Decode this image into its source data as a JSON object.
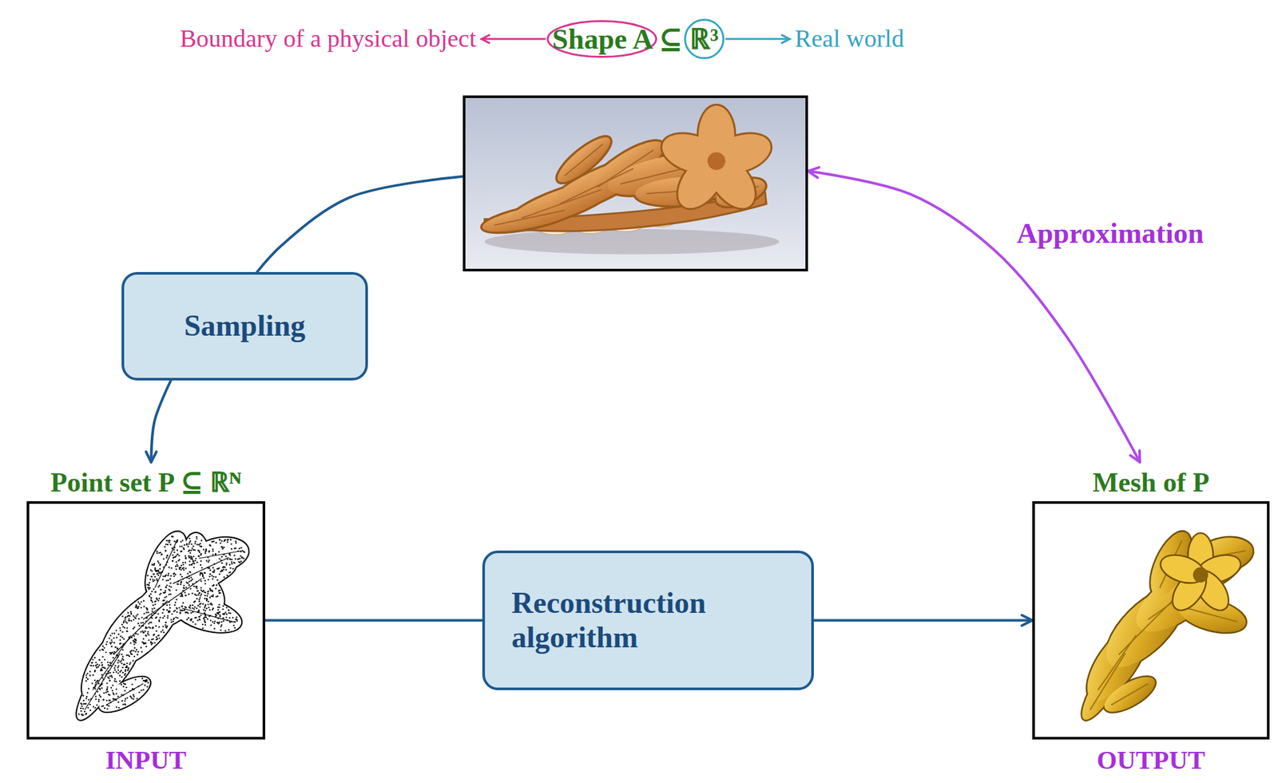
{
  "diagram": {
    "nodes": [
      {
        "text": [
          "Shape A ⊆ ℝ³"
        ]
      },
      {
        "text": [
          "Sampling"
        ]
      },
      {
        "text": [
          "Point set P ⊆ ℝᴺ",
          "INPUT"
        ]
      },
      {
        "text": [
          "Reconstruction algorithm"
        ]
      },
      {
        "text": [
          "Mesh of P",
          "OUTPUT"
        ]
      }
    ],
    "edges": [
      {
        "from": 0,
        "to": 1,
        "arrow": "none"
      },
      {
        "from": 1,
        "to": 2,
        "arrow": "to"
      },
      {
        "from": 2,
        "to": 3,
        "arrow": "none"
      },
      {
        "from": 3,
        "to": 4,
        "arrow": "to"
      },
      {
        "from": 4,
        "to": 0,
        "label": "Approximation",
        "arrow": "both"
      }
    ],
    "labels": [
      "Boundary of a physical object",
      "Real world"
    ]
  }
}
